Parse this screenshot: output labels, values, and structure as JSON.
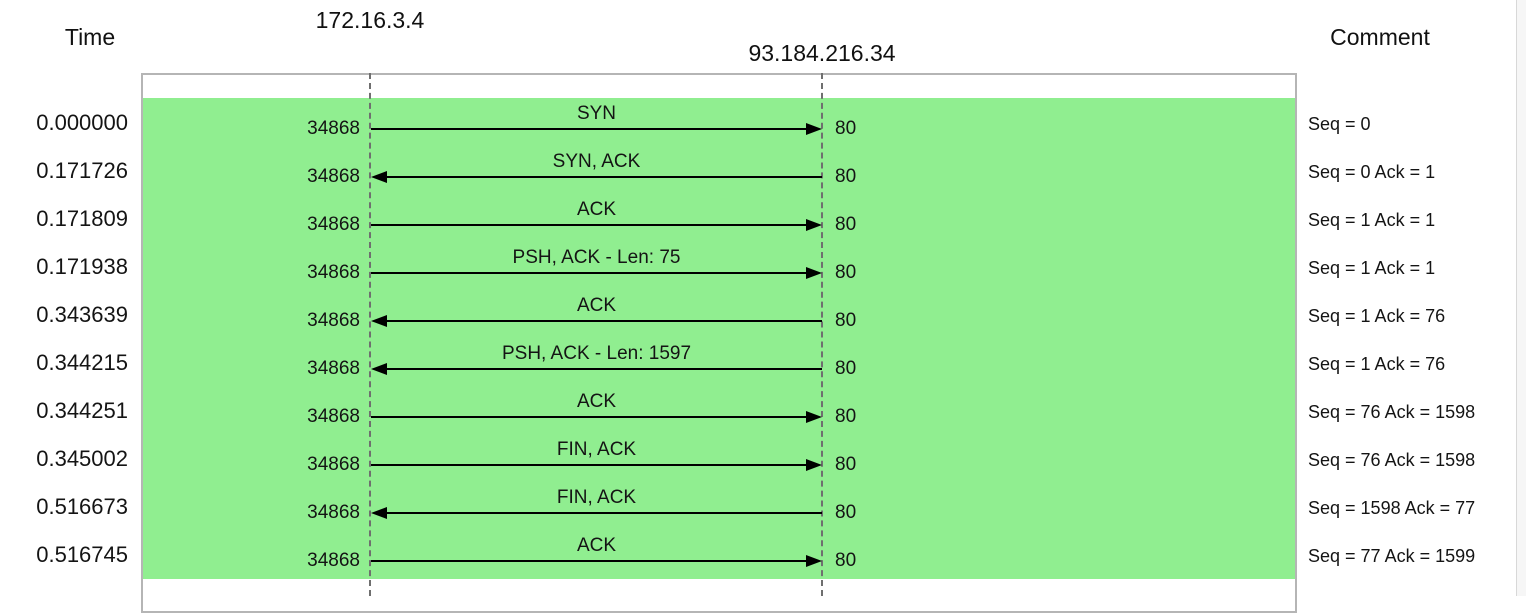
{
  "header": {
    "time_label": "Time",
    "node_a": "172.16.3.4",
    "node_b": "93.184.216.34",
    "comment_label": "Comment"
  },
  "colors": {
    "band_green": "#90ee90",
    "chart_border": "#b5b5b5",
    "lifeline": "#6f6f6f",
    "arrow": "#000000",
    "scrollbar_track": "#f6f6f6"
  },
  "rows": [
    {
      "time": "0.000000",
      "src_port": "34868",
      "dst_port": "80",
      "label": "SYN",
      "direction": "right",
      "comment": "Seq = 0"
    },
    {
      "time": "0.171726",
      "src_port": "34868",
      "dst_port": "80",
      "label": "SYN, ACK",
      "direction": "left",
      "comment": "Seq = 0 Ack = 1"
    },
    {
      "time": "0.171809",
      "src_port": "34868",
      "dst_port": "80",
      "label": "ACK",
      "direction": "right",
      "comment": "Seq = 1 Ack = 1"
    },
    {
      "time": "0.171938",
      "src_port": "34868",
      "dst_port": "80",
      "label": "PSH, ACK - Len: 75",
      "direction": "right",
      "comment": "Seq = 1 Ack = 1"
    },
    {
      "time": "0.343639",
      "src_port": "34868",
      "dst_port": "80",
      "label": "ACK",
      "direction": "left",
      "comment": "Seq = 1 Ack = 76"
    },
    {
      "time": "0.344215",
      "src_port": "34868",
      "dst_port": "80",
      "label": "PSH, ACK - Len: 1597",
      "direction": "left",
      "comment": "Seq = 1 Ack = 76"
    },
    {
      "time": "0.344251",
      "src_port": "34868",
      "dst_port": "80",
      "label": "ACK",
      "direction": "right",
      "comment": "Seq = 76 Ack = 1598"
    },
    {
      "time": "0.345002",
      "src_port": "34868",
      "dst_port": "80",
      "label": "FIN, ACK",
      "direction": "right",
      "comment": "Seq = 76 Ack = 1598"
    },
    {
      "time": "0.516673",
      "src_port": "34868",
      "dst_port": "80",
      "label": "FIN, ACK",
      "direction": "left",
      "comment": "Seq = 1598 Ack = 77"
    },
    {
      "time": "0.516745",
      "src_port": "34868",
      "dst_port": "80",
      "label": "ACK",
      "direction": "right",
      "comment": "Seq = 77 Ack = 1599"
    }
  ]
}
